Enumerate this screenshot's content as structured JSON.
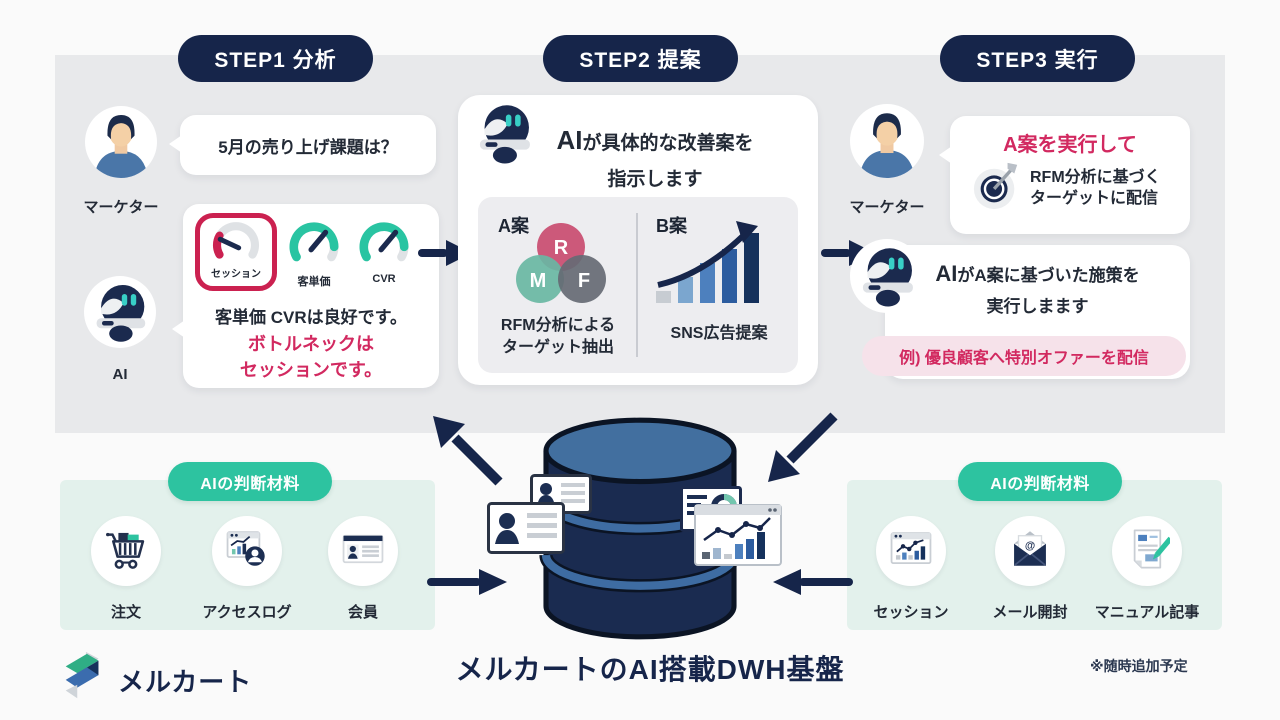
{
  "colors": {
    "navy": "#16254a",
    "teal": "#2dc3a0",
    "crimson": "#d22960",
    "band_gray": "#e8e9eb",
    "panel_teal": "#e3f1ec",
    "inner_gray": "#ededf0"
  },
  "steps": [
    {
      "label": "STEP1 分析"
    },
    {
      "label": "STEP2 提案"
    },
    {
      "label": "STEP3 実行"
    }
  ],
  "step1": {
    "marketer_label": "マーケター",
    "question": "5月の売り上げ課題は？",
    "ai_label": "AI",
    "gauges": [
      {
        "label": "セッション",
        "status": "bottleneck"
      },
      {
        "label": "客単価",
        "status": "good"
      },
      {
        "label": "CVR",
        "status": "good"
      }
    ],
    "analysis_line1": "客単価 CVRは良好です。",
    "analysis_line2": "ボトルネックは",
    "analysis_line3": "セッションです。"
  },
  "step2": {
    "heading_ai": "AI",
    "heading_line1_rest": "が具体的な改善案を",
    "heading_line2": "指示します",
    "plan_a": {
      "label": "A案",
      "venn_letters": {
        "r": "R",
        "m": "M",
        "f": "F"
      },
      "caption_line1": "RFM分析による",
      "caption_line2": "ターゲット抽出"
    },
    "plan_b": {
      "label": "B案",
      "caption": "SNS広告提案"
    }
  },
  "step3": {
    "marketer_label": "マーケター",
    "request_title": "A案を実行して",
    "request_line1": "RFM分析に基づく",
    "request_line2": "ターゲットに配信",
    "response_ai": "AI",
    "response_line1_rest": "がA案に基づいた施策を",
    "response_line2": "実行しまます",
    "example": "例) 優良顧客へ特別オファーを配信"
  },
  "data_sources_left": {
    "badge": "AIの判断材料",
    "items": [
      {
        "label": "注文",
        "icon": "cart-icon"
      },
      {
        "label": "アクセスログ",
        "icon": "access-log-icon"
      },
      {
        "label": "会員",
        "icon": "member-card-icon"
      }
    ]
  },
  "data_sources_right": {
    "badge": "AIの判断材料",
    "items": [
      {
        "label": "セッション",
        "icon": "session-chart-icon"
      },
      {
        "label": "メール開封",
        "icon": "mail-open-icon"
      },
      {
        "label": "マニュアル記事",
        "icon": "manual-article-icon"
      }
    ]
  },
  "footer": {
    "brand": "メルカート",
    "title": "メルカートのAI搭載DWH基盤",
    "note": "※随時追加予定"
  }
}
